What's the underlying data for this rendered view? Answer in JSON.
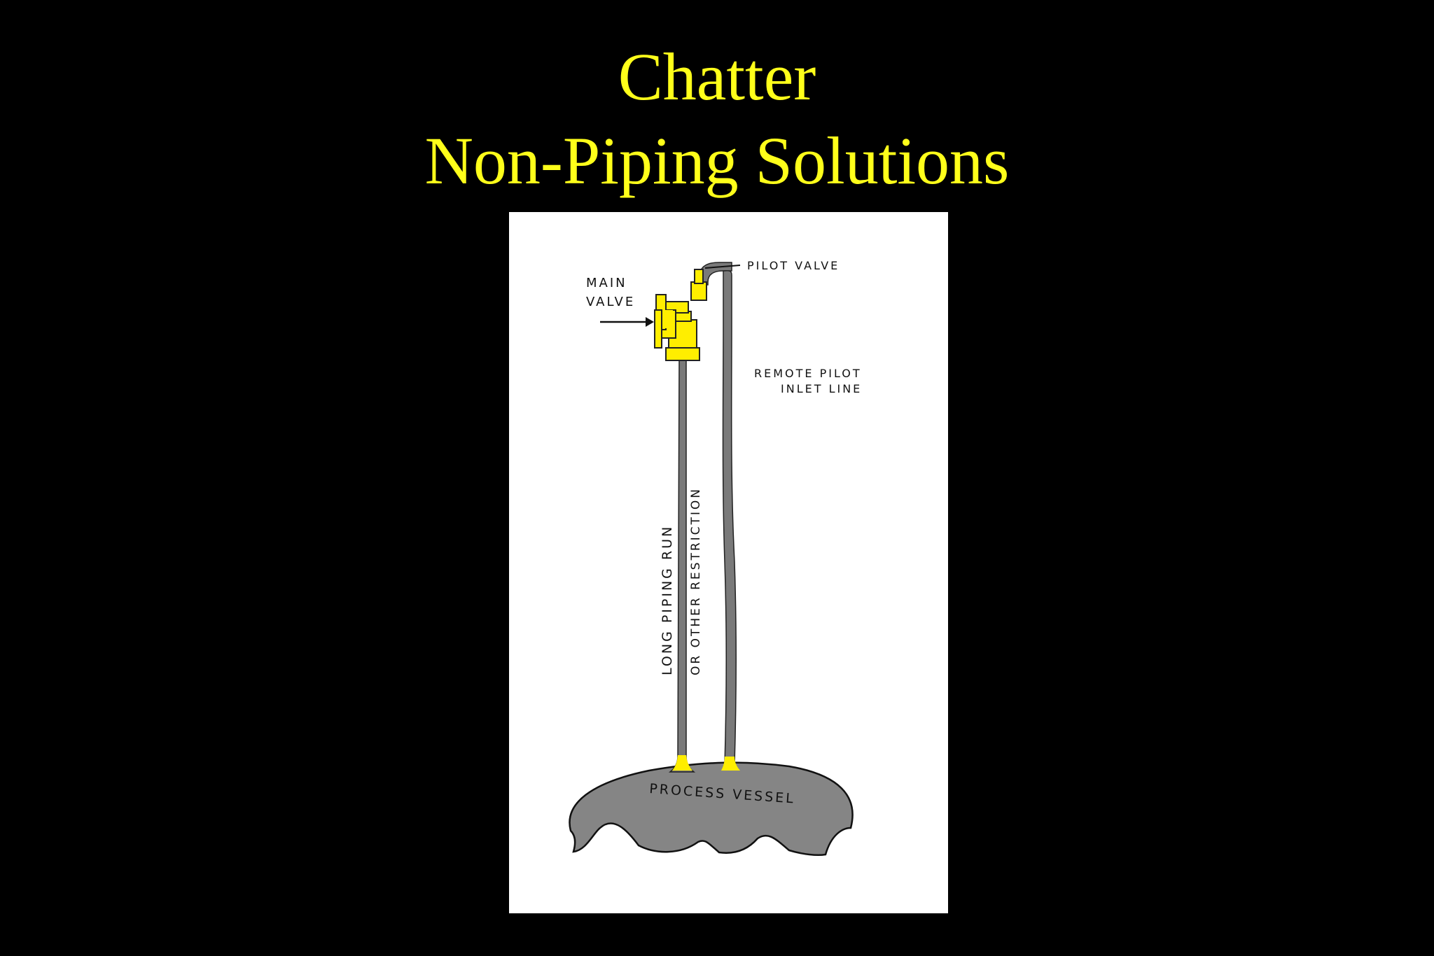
{
  "slide": {
    "title_line1": "Chatter",
    "title_line2": "Non-Piping Solutions"
  },
  "diagram": {
    "labels": {
      "main_valve_line1": "MAIN",
      "main_valve_line2": "VALVE",
      "pilot_valve": "PILOT VALVE",
      "remote_pilot_line1": "REMOTE PILOT",
      "remote_pilot_line2": "INLET LINE",
      "long_piping_run": "LONG PIPING RUN",
      "other_restriction": "OR OTHER RESTRICTION",
      "process_vessel": "PROCESS VESSEL"
    },
    "colors": {
      "background": "#000000",
      "title": "#ffff1a",
      "panel": "#ffffff",
      "valve": "#ffee00",
      "pipe": "#7a7a7a",
      "vessel": "#858585",
      "outline": "#111111"
    }
  }
}
